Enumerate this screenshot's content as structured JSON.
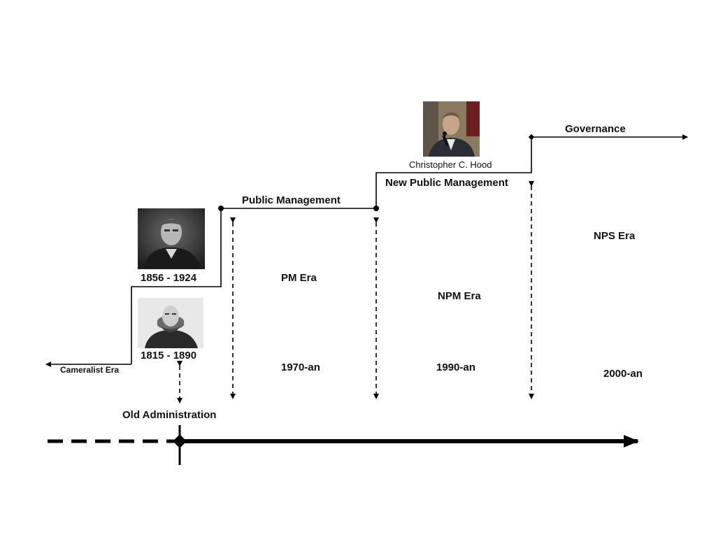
{
  "labels": {
    "cameralist_era": "Cameralist Era",
    "old_administration": "Old Administration",
    "public_management": "Public Management",
    "new_public_management": "New Public Management",
    "governance": "Governance",
    "pm_era": "PM Era",
    "npm_era": "NPM Era",
    "nps_era": "NPS Era"
  },
  "years": {
    "y1815_1890": "1815 - 1890",
    "y1856_1924": "1856 - 1924",
    "y1970": "1970-an",
    "y1990": "1990-an",
    "y2000": "2000-an"
  },
  "captions": {
    "hood": "Christopher C. Hood"
  },
  "colors": {
    "line": "#000000",
    "text": "#111111",
    "hood_bg": "#8a7a60"
  }
}
